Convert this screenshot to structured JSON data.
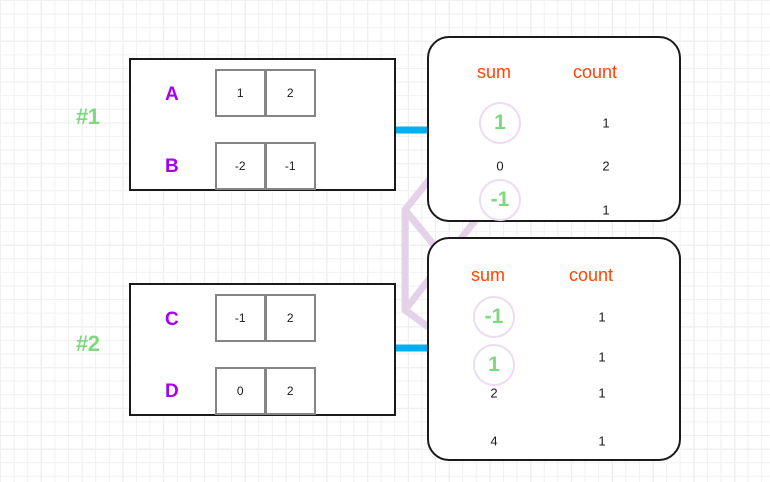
{
  "diagram": {
    "title": "shuffle-sum-count-aggregation",
    "colors": {
      "group_label": "#7ed87e",
      "row_letter": "#a600f0",
      "column_header": "#ff4500",
      "arrow": "#00b0f0",
      "shuffle_line": "#e4d2e9",
      "circle_stroke": "#ecdcef",
      "circled_value": "#7ed87e",
      "box_border": "#1a1a1a",
      "cell_border": "#858585"
    },
    "partitions": [
      {
        "label": "#1",
        "rows": [
          {
            "letter": "A",
            "cells": [
              "1",
              "2"
            ]
          },
          {
            "letter": "B",
            "cells": [
              "-2",
              "-1"
            ]
          }
        ]
      },
      {
        "label": "#2",
        "rows": [
          {
            "letter": "C",
            "cells": [
              "-1",
              "2"
            ]
          },
          {
            "letter": "D",
            "cells": [
              "0",
              "2"
            ]
          }
        ]
      }
    ],
    "results": [
      {
        "headers": {
          "sum": "sum",
          "count": "count"
        },
        "rows": [
          {
            "sum": "1",
            "count": "1",
            "circled": true
          },
          {
            "sum": "0",
            "count": "2",
            "circled": false
          },
          {
            "sum": "-1",
            "count": "1",
            "circled": true
          }
        ]
      },
      {
        "headers": {
          "sum": "sum",
          "count": "count"
        },
        "rows": [
          {
            "sum": "-1",
            "count": "1",
            "circled": true
          },
          {
            "sum": "1",
            "count": "1",
            "circled": true
          },
          {
            "sum": "2",
            "count": "1",
            "circled": false
          },
          {
            "sum": "4",
            "count": "1",
            "circled": false
          }
        ]
      }
    ],
    "arrows": [
      {
        "name": "arrow-partition1-to-result1"
      },
      {
        "name": "arrow-partition2-to-result2"
      }
    ]
  }
}
